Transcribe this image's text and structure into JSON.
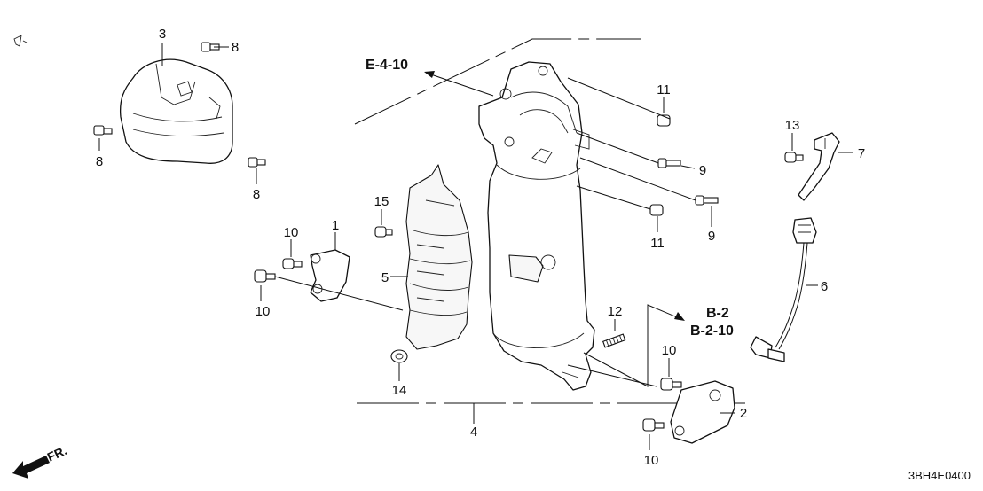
{
  "diagram_code": "3BH4E0400",
  "front_label": "FR.",
  "references": {
    "e": "E-4-10",
    "b1": "B-2",
    "b2": "B-2-10"
  },
  "callouts": {
    "c1": "1",
    "c2": "2",
    "c3": "3",
    "c4": "4",
    "c5": "5",
    "c6": "6",
    "c7": "7",
    "c8a": "8",
    "c8b": "8",
    "c8c": "8",
    "c9a": "9",
    "c9b": "9",
    "c10a": "10",
    "c10b": "10",
    "c10c": "10",
    "c10d": "10",
    "c11a": "11",
    "c11b": "11",
    "c12": "12",
    "c13": "13",
    "c14": "14",
    "c15": "15"
  }
}
